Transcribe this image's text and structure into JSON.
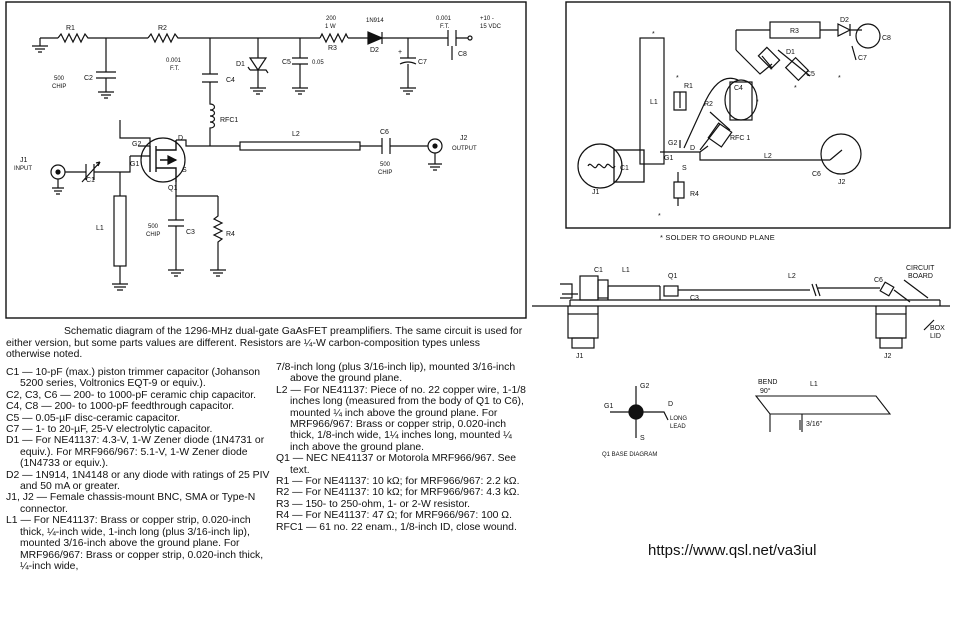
{
  "schematic": {
    "labels": {
      "r1": "R1",
      "r2": "R2",
      "r3": "R3",
      "r3_val": "200",
      "r3_watt": "1 W",
      "d2_part": "1N914",
      "d2": "D2",
      "c8_val": "0.001",
      "c8_ft": "F.T.",
      "c8": "C8",
      "supply": "+10 -",
      "supply2": "15 VDC",
      "c2_val": "500",
      "c2_chip": "CHIP",
      "c2": "C2",
      "c4_val": "0.001",
      "c4_ft": "F.T.",
      "c4": "C4",
      "d1": "D1",
      "c5": "C5",
      "c5_val": "0.05",
      "c7": "C7",
      "plus": "+",
      "rfc1": "RFC1",
      "g2": "G2",
      "d": "D",
      "g1": "G1",
      "s": "S",
      "q1": "Q1",
      "l2": "L2",
      "c6": "C6",
      "c6_val": "500",
      "c6_chip": "CHIP",
      "j2": "J2",
      "output": "OUTPUT",
      "j1": "J1",
      "input": "INPUT",
      "c1": "C1",
      "l1": "L1",
      "c3_val": "500",
      "c3_chip": "CHIP",
      "c3": "C3",
      "r4": "R4"
    }
  },
  "layout_top": {
    "labels": {
      "r3": "R3",
      "d2": "D2",
      "c8": "C8",
      "c7": "C7",
      "d1": "D1",
      "c5": "C5",
      "c4": "C4",
      "r1": "R1",
      "r2": "R2",
      "l1": "L1",
      "rfc1": "RFC 1",
      "g1": "G1",
      "g2": "G2",
      "d": "D",
      "s": "S",
      "c1": "C1",
      "l2": "L2",
      "c6": "C6",
      "j1": "J1",
      "j2": "J2",
      "r4": "R4",
      "star": "*"
    },
    "note": "* SOLDER TO GROUND PLANE"
  },
  "side_view": {
    "labels": {
      "c1": "C1",
      "l1": "L1",
      "q1": "Q1",
      "l2": "L2",
      "c6": "C6",
      "c3": "C3",
      "circuit": "CIRCUIT",
      "board": "BOARD",
      "box": "BOX",
      "lid": "LID",
      "j1": "J1",
      "j2": "J2"
    }
  },
  "base_diagram": {
    "g2": "G2",
    "g1": "G1",
    "d": "D",
    "s": "S",
    "long": "LONG",
    "lead": "LEAD",
    "title": "Q1 BASE DIAGRAM"
  },
  "l1_detail": {
    "bend": "BEND",
    "deg": "90°",
    "l1": "L1",
    "dim": "3/16\""
  },
  "caption": "Schematic diagram of the 1296-MHz dual-gate GaAsFET preamplifiers. The same circuit is used for either version, but some parts values are different. Resistors are ¼-W carbon-composition types unless otherwise noted.",
  "parts_left": [
    "C1 — 10-pF (max.) piston trimmer capacitor (Johanson 5200 series, Voltronics EQT-9 or equiv.).",
    "C2, C3, C6 — 200- to 1000-pF ceramic chip capacitor.",
    "C4, C8 — 200- to 1000-pF feedthrough capacitor.",
    "C5 — 0.05-µF disc-ceramic capacitor.",
    "C7 — 1- to 20-µF, 25-V electrolytic capacitor.",
    "D1 — For NE41137: 4.3-V, 1-W Zener diode (1N4731 or equiv.). For MRF966/967: 5.1-V, 1-W Zener diode (1N4733 or equiv.).",
    "D2 — 1N914, 1N4148 or any diode with ratings of 25 PIV and 50 mA or greater.",
    "J1, J2 — Female chassis-mount BNC, SMA or Type-N connector.",
    "L1 — For NE41137: Brass or copper strip, 0.020-inch thick, ¼-inch wide, 1-inch long (plus 3/16-inch lip), mounted 3/16-inch above the ground plane. For MRF966/967: Brass or copper strip, 0.020-inch thick, ¼-inch wide,"
  ],
  "parts_right": [
    "7/8-inch long (plus 3/16-inch lip), mounted 3/16-inch above the ground plane.",
    "L2 — For NE41137: Piece of no. 22 copper wire, 1-1/8 inches long (measured from the body of Q1 to C6), mounted ¼ inch above the ground plane. For MRF966/967: Brass or copper strip, 0.020-inch thick, 1/8-inch wide, 1¼ inches long, mounted ¼ inch above the ground plane.",
    "Q1 — NEC NE41137 or Motorola MRF966/967. See text.",
    "R1 — For NE41137: 10 kΩ; for MRF966/967: 2.2 kΩ.",
    "R2 — For NE41137: 10 kΩ; for MRF966/967: 4.3 kΩ.",
    "R3 — 150- to 250-ohm, 1- or 2-W resistor.",
    "R4 — For NE41137: 47 Ω; for MRF966/967: 100 Ω.",
    "RFC1 — 61 no. 22 enam., 1/8-inch ID, close wound."
  ],
  "url": "https://www.qsl.net/va3iul"
}
